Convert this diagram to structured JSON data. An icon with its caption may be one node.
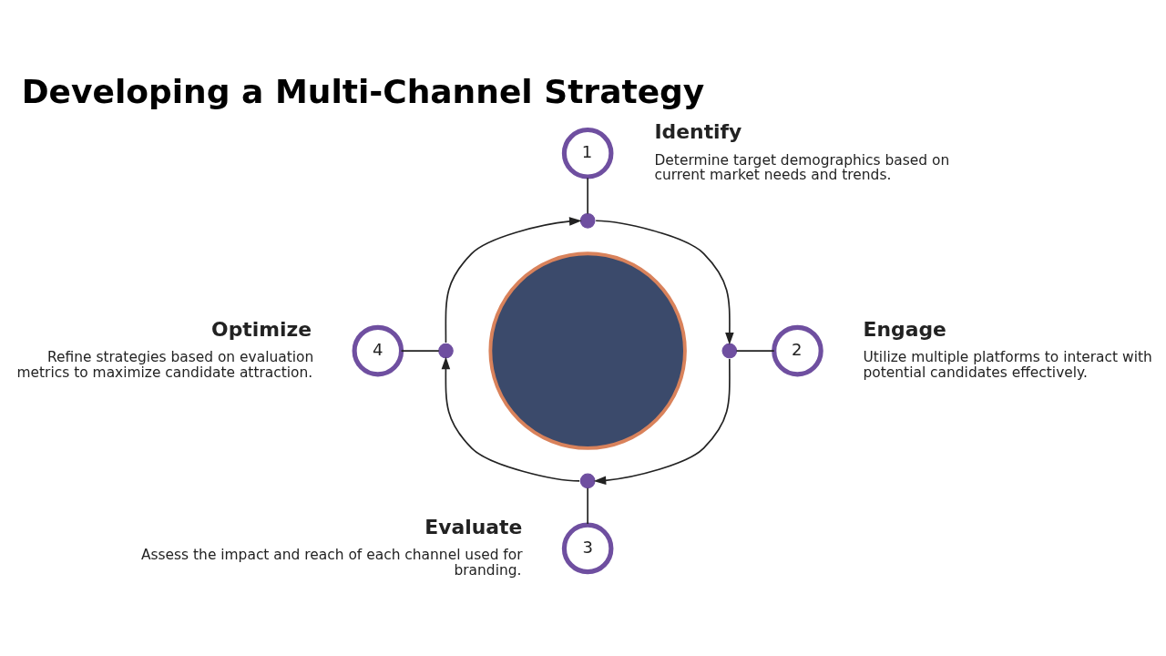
{
  "diagram": {
    "title": "Developing a Multi-Channel Strategy",
    "nodes": [
      {
        "text": [
          "1"
        ],
        "beside": [
          "Identify",
          "Determine target demographics based on current market needs and trends."
        ]
      },
      {
        "text": [],
        "shape": "circle"
      },
      {
        "text": [
          "4"
        ],
        "beside": [
          "Optimize",
          "Refine strategies based on evaluation metrics to maximize candidate attraction."
        ]
      },
      {
        "text": [],
        "shape": "circle"
      },
      {
        "text": [],
        "shape": "circle"
      },
      {
        "text": [],
        "shape": "circle"
      },
      {
        "text": [
          "2"
        ],
        "beside": [
          "Engage",
          "Utilize multiple platforms to interact with potential candidates effectively."
        ]
      },
      {
        "text": [],
        "shape": "circle"
      },
      {
        "text": [
          "3"
        ],
        "beside": [
          "Evaluate",
          "Assess the impact and reach of each channel used for branding."
        ]
      }
    ],
    "edges": [
      {
        "from": 0,
        "to": 1,
        "arrow": "none"
      },
      {
        "from": 1,
        "to": 5,
        "arrow": "to"
      },
      {
        "from": 5,
        "to": 6,
        "arrow": "none"
      },
      {
        "from": 5,
        "to": 7,
        "arrow": "to"
      },
      {
        "from": 7,
        "to": 8,
        "arrow": "none"
      },
      {
        "from": 7,
        "to": 3,
        "arrow": "to"
      },
      {
        "from": 2,
        "to": 3,
        "arrow": "none"
      },
      {
        "from": 3,
        "to": 1,
        "arrow": "to"
      }
    ]
  }
}
